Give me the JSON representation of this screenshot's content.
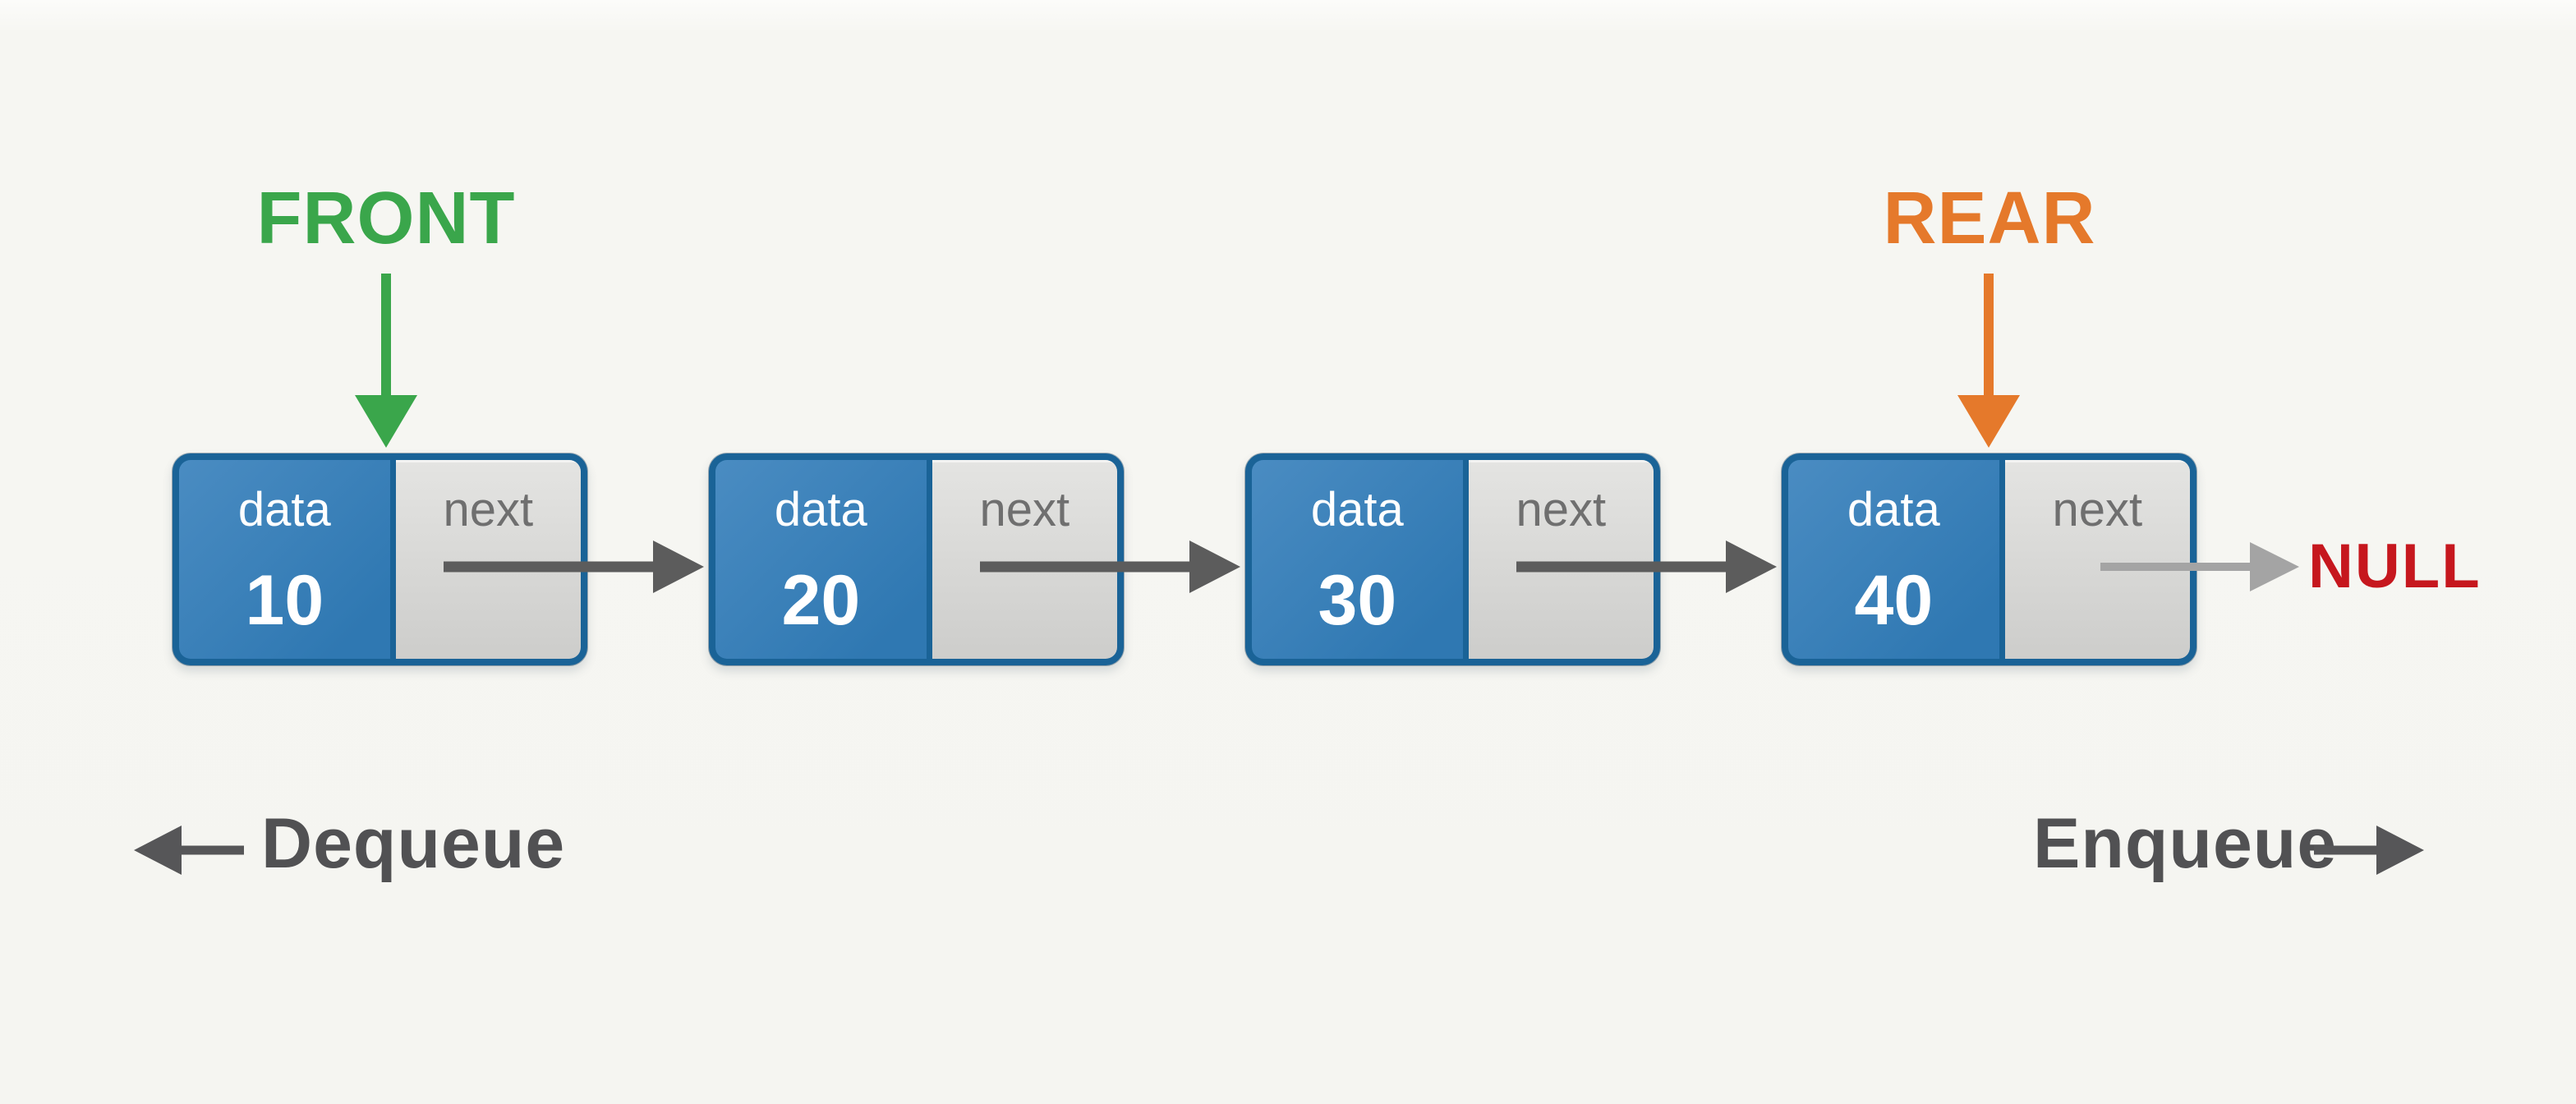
{
  "diagram_type": "queue-as-linked-list",
  "colors": {
    "bg": "#f5f5f1",
    "front_green": "#3aa64b",
    "rear_orange": "#e5792b",
    "null_red": "#c6171e",
    "node_border": "#1a6397",
    "data_blue_light": "#4a8cc2",
    "data_blue_dark": "#2f78b2",
    "next_gray_light": "#e4e4e2",
    "next_gray_dark": "#cdcdcb",
    "next_text_gray": "#6f6f6f",
    "link_arrow_gray": "#5c5c5c",
    "null_arrow_gray": "#a4a4a4",
    "op_text_gray": "#515153",
    "op_arrow_gray": "#565658",
    "cell_text_white": "#ffffff"
  },
  "pointers": {
    "front": {
      "label": "FRONT"
    },
    "rear": {
      "label": "REAR"
    }
  },
  "list": {
    "nodes": [
      {
        "data_label": "data",
        "value": "10",
        "next_label": "next"
      },
      {
        "data_label": "data",
        "value": "20",
        "next_label": "next"
      },
      {
        "data_label": "data",
        "value": "30",
        "next_label": "next"
      },
      {
        "data_label": "data",
        "value": "40",
        "next_label": "next"
      }
    ],
    "terminator": "NULL"
  },
  "operations": {
    "dequeue": {
      "label": "Dequeue",
      "direction": "left"
    },
    "enqueue": {
      "label": "Enqueue",
      "direction": "right"
    }
  }
}
